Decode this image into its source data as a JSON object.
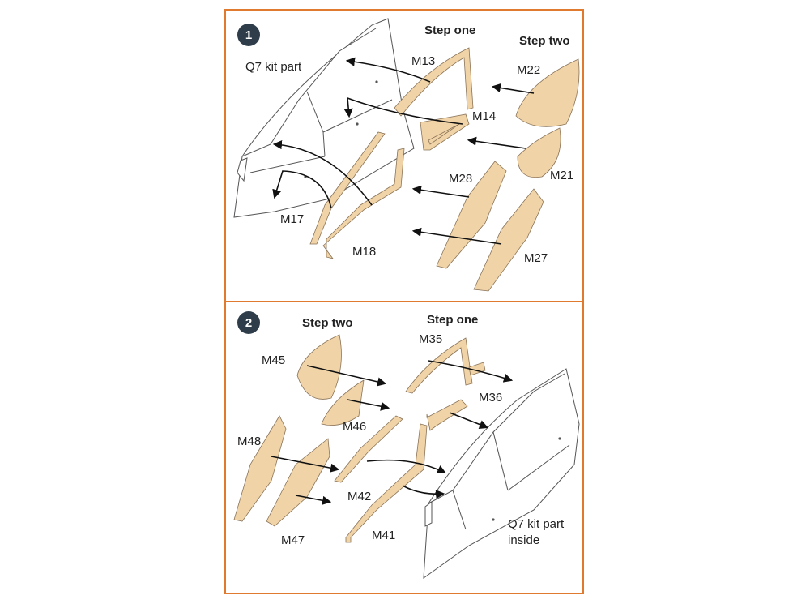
{
  "panels": [
    {
      "badge": "1",
      "kit_label": "Q7 kit part",
      "step_one": "Step one",
      "step_two": "Step two",
      "parts": {
        "m13": "M13",
        "m14": "M14",
        "m17": "M17",
        "m18": "M18",
        "m21": "M21",
        "m22": "M22",
        "m27": "M27",
        "m28": "M28"
      }
    },
    {
      "badge": "2",
      "kit_label_line1": "Q7 kit part",
      "kit_label_line2": "inside",
      "step_one": "Step one",
      "step_two": "Step two",
      "parts": {
        "m35": "M35",
        "m36": "M36",
        "m41": "M41",
        "m42": "M42",
        "m45": "M45",
        "m46": "M46",
        "m47": "M47",
        "m48": "M48"
      }
    }
  ],
  "colors": {
    "border": "#e07a2e",
    "mask_fill": "#f0d4a8",
    "badge": "#2e3d49"
  }
}
